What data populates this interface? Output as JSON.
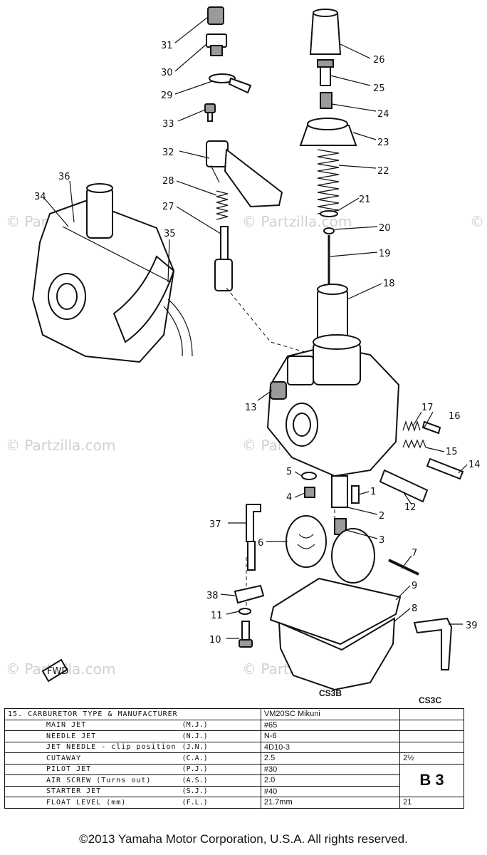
{
  "watermarks": [
    "© Partzilla.com",
    "© Partzilla.com",
    "© Partzilla.com",
    "© Partzilla.com",
    "© Partzilla.com",
    "© Partzilla.com",
    "© Partzilla.com"
  ],
  "callouts": {
    "n1": "1",
    "n2": "2",
    "n3": "3",
    "n4": "4",
    "n5": "5",
    "n6": "6",
    "n7": "7",
    "n8": "8",
    "n9": "9",
    "n10": "10",
    "n11": "11",
    "n12": "12",
    "n13": "13",
    "n14": "14",
    "n15": "15",
    "n16": "16",
    "n17": "17",
    "n18": "18",
    "n19": "19",
    "n20": "20",
    "n21": "21",
    "n22": "22",
    "n23": "23",
    "n24": "24",
    "n25": "25",
    "n26": "26",
    "n27": "27",
    "n28": "28",
    "n29": "29",
    "n30": "30",
    "n31": "31",
    "n32": "32",
    "n33": "33",
    "n34": "34",
    "n35": "35",
    "n36": "36",
    "n37": "37",
    "n38": "38",
    "n39": "39"
  },
  "fwd_label": "FWD",
  "models": {
    "cs3b": "CS3B",
    "cs3c": "CS3C"
  },
  "spec_table": {
    "header": {
      "label": "15. CARBURETOR TYPE & MANUFACTURER",
      "value": "VM20SC Mikuni"
    },
    "rows": [
      {
        "label": "MAIN JET",
        "abbr": "(M.J.)",
        "value": "#65",
        "alt": ""
      },
      {
        "label": "NEEDLE JET",
        "abbr": "(N.J.)",
        "value": "N-6",
        "alt": ""
      },
      {
        "label": "JET NEEDLE - clip position",
        "abbr": "(J.N.)",
        "value": "4D10-3",
        "alt": ""
      },
      {
        "label": "CUTAWAY",
        "abbr": "(C.A.)",
        "value": "2.5",
        "alt": "2½"
      },
      {
        "label": "PILOT JET",
        "abbr": "(P.J.)",
        "value": "#30",
        "alt": ""
      },
      {
        "label": "AIR SCREW (Turns out)",
        "abbr": "(A.S.)",
        "value": "2.0",
        "alt": ""
      },
      {
        "label": "STARTER JET",
        "abbr": "(S.J.)",
        "value": "#40",
        "alt": ""
      },
      {
        "label": "FLOAT LEVEL (mm)",
        "abbr": "(F.L.)",
        "value": "21.7mm",
        "alt": "21"
      }
    ],
    "code": "B 3"
  },
  "copyright": "©2013 Yamaha Motor Corporation, U.S.A. All rights reserved."
}
